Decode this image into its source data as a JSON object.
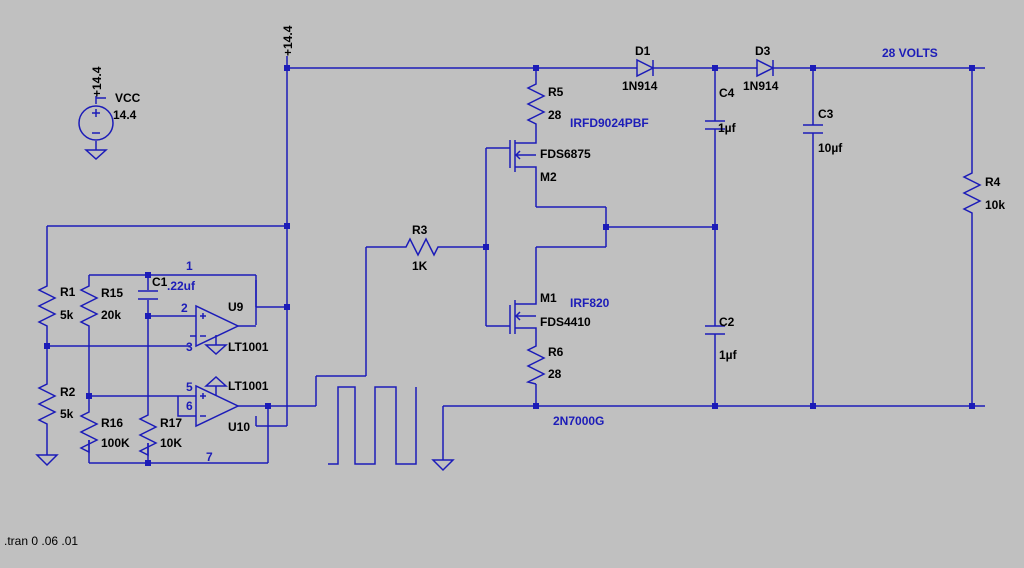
{
  "supply": {
    "top_net": "+14.4",
    "source_net": "+14.4",
    "source_name": "VCC",
    "source_value": "14.4"
  },
  "resistors": [
    {
      "ref": "R1",
      "value": "5k"
    },
    {
      "ref": "R2",
      "value": "5k"
    },
    {
      "ref": "R15",
      "value": "20k"
    },
    {
      "ref": "R16",
      "value": "100K"
    },
    {
      "ref": "R17",
      "value": "10K"
    },
    {
      "ref": "R3",
      "value": "1K"
    },
    {
      "ref": "R5",
      "value": "28"
    },
    {
      "ref": "R6",
      "value": "28"
    },
    {
      "ref": "R4",
      "value": "10k"
    }
  ],
  "capacitors": [
    {
      "ref": "C1",
      "value": ".22uf"
    },
    {
      "ref": "C4",
      "value": "1µf"
    },
    {
      "ref": "C2",
      "value": "1µf"
    },
    {
      "ref": "C3",
      "value": "10µf"
    }
  ],
  "diodes": [
    {
      "ref": "D1",
      "value": "1N914"
    },
    {
      "ref": "D3",
      "value": "1N914"
    }
  ],
  "transistors": [
    {
      "ref": "M2",
      "model": "FDS6875",
      "note": "IRFD9024PBF"
    },
    {
      "ref": "M1",
      "model": "FDS4410",
      "note": "IRF820"
    }
  ],
  "opamps": [
    {
      "ref": "U9",
      "model": "LT1001"
    },
    {
      "ref": "U10",
      "model": "LT1001"
    }
  ],
  "nodes": {
    "n1": "1",
    "n2": "2",
    "n3": "3",
    "n5": "5",
    "n6": "6",
    "n7": "7"
  },
  "annotations": {
    "output": "28 VOLTS",
    "fet": "2N7000G"
  },
  "directive": ".tran 0 .06 .01"
}
